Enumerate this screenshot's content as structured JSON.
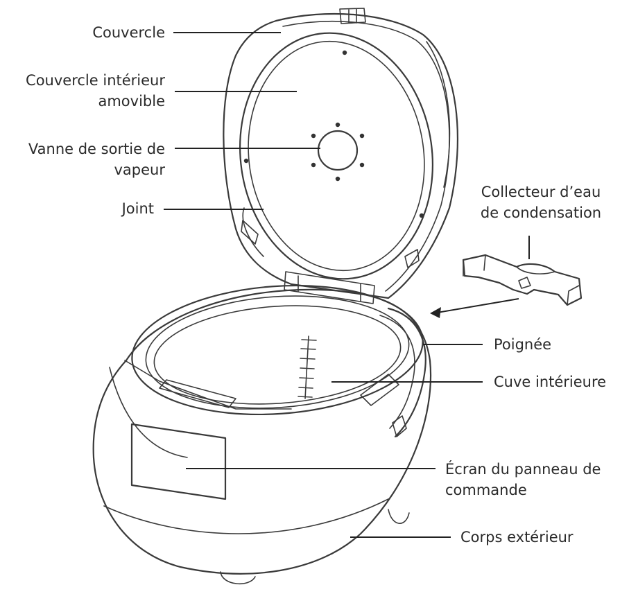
{
  "labels": {
    "couvercle": "Couvercle",
    "couvercle_interieur_1": "Couvercle intérieur",
    "couvercle_interieur_2": "amovible",
    "vanne_1": "Vanne de sortie de",
    "vanne_2": "vapeur",
    "joint": "Joint",
    "collecteur_1": "Collecteur d’eau",
    "collecteur_2": "de condensation",
    "poignee": "Poignée",
    "cuve": "Cuve intérieure",
    "ecran_1": "Écran du panneau de",
    "ecran_2": "commande",
    "corps": "Corps extérieur"
  },
  "colors": {
    "line": "#3a3a3a",
    "text": "#2a2a2a",
    "background": "#ffffff"
  }
}
